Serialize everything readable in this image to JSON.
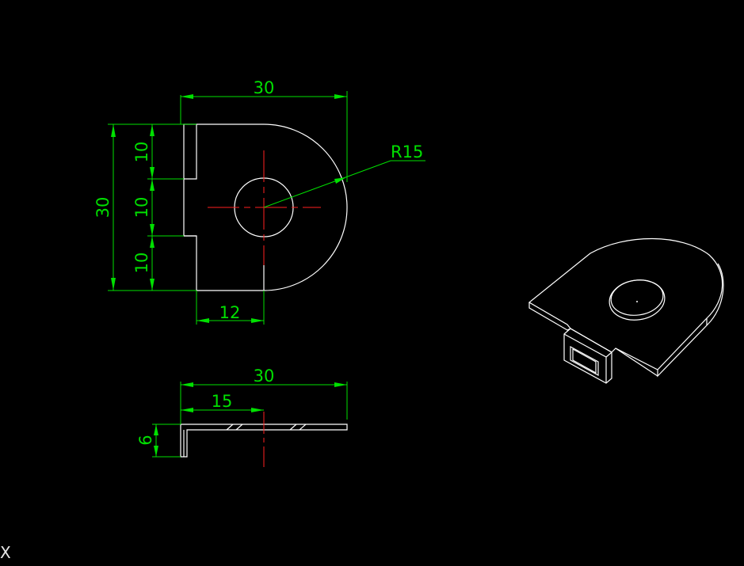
{
  "drawing": {
    "colors": {
      "background": "#000000",
      "object_lines": "#ffffff",
      "dimensions": "#00e000",
      "center_lines": "#ff2020"
    },
    "top_view": {
      "dim_top_width": "30",
      "dim_left_height": "30",
      "dim_slot_upper": "10",
      "dim_slot_middle": "10",
      "dim_slot_lower": "10",
      "dim_bottom_offset": "12",
      "dim_radius": "R15"
    },
    "front_view": {
      "dim_total_width": "30",
      "dim_half_width": "15",
      "dim_tab_height": "6"
    },
    "ucs_label": "X"
  }
}
